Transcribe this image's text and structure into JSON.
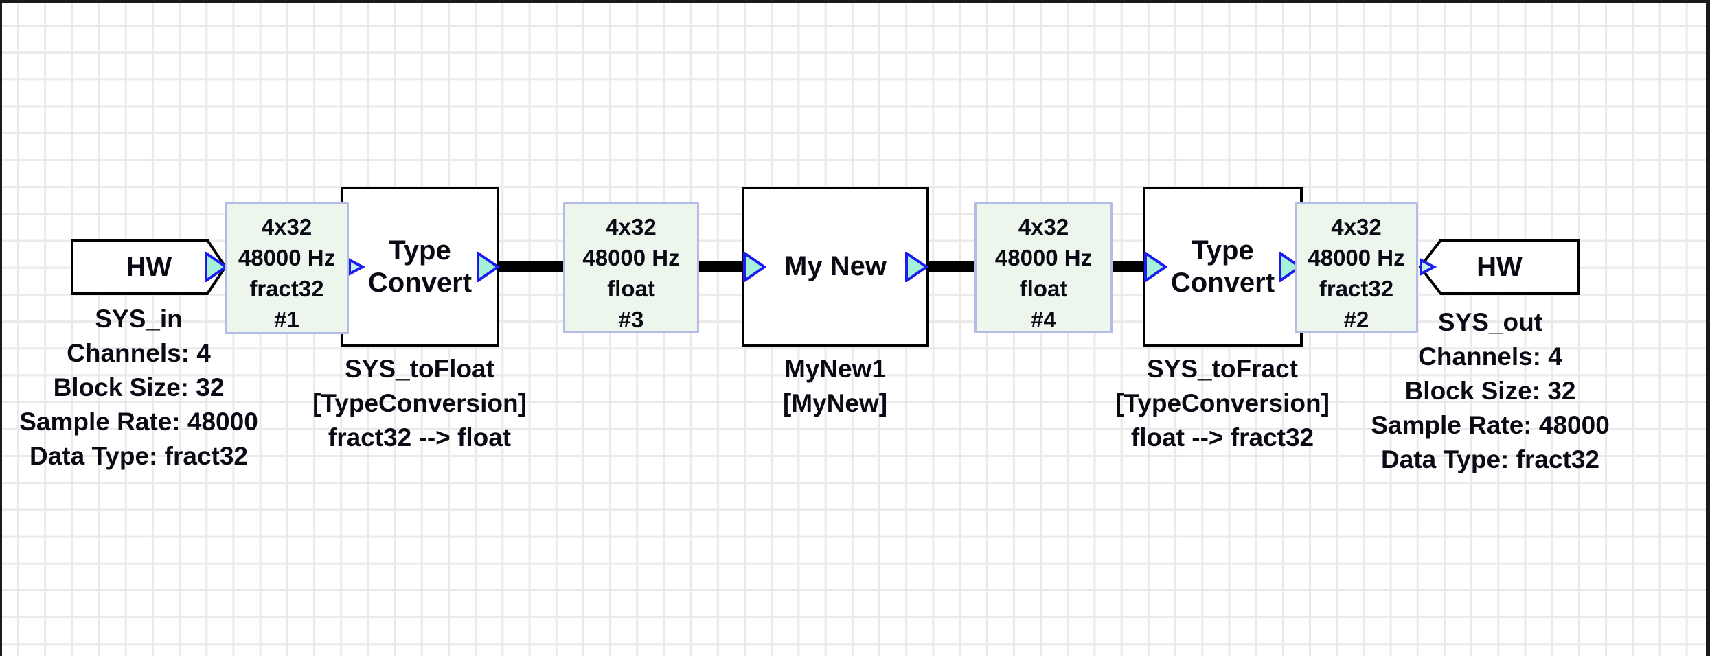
{
  "blocks": [
    {
      "id": "sys-in",
      "kind": "hw-input",
      "title": "HW",
      "labels": [
        "SYS_in",
        "Channels: 4",
        "Block Size: 32",
        "Sample Rate: 48000",
        "Data Type: fract32"
      ]
    },
    {
      "id": "sys-tofloat",
      "kind": "module",
      "title": "Type Convert",
      "labels": [
        "SYS_toFloat",
        "[TypeConversion]",
        "fract32 --> float"
      ]
    },
    {
      "id": "mynew1",
      "kind": "module",
      "title": "My New",
      "labels": [
        "MyNew1",
        "[MyNew]"
      ]
    },
    {
      "id": "sys-tofract",
      "kind": "module",
      "title": "Type Convert",
      "labels": [
        "SYS_toFract",
        "[TypeConversion]",
        "float --> fract32"
      ]
    },
    {
      "id": "sys-out",
      "kind": "hw-output",
      "title": "HW",
      "labels": [
        "SYS_out",
        "Channels: 4",
        "Block Size: 32",
        "Sample Rate: 48000",
        "Data Type: fract32"
      ]
    }
  ],
  "wire_labels": [
    {
      "lines": [
        "4x32",
        "48000 Hz",
        "fract32",
        "#1"
      ]
    },
    {
      "lines": [
        "4x32",
        "48000 Hz",
        "float",
        "#3"
      ]
    },
    {
      "lines": [
        "4x32",
        "48000 Hz",
        "float",
        "#4"
      ]
    },
    {
      "lines": [
        "4x32",
        "48000 Hz",
        "fract32",
        "#2"
      ]
    }
  ],
  "colors": {
    "pin_fill": "#a5f2d8",
    "pin_stroke": "#1c1cf0",
    "wire": "#000000",
    "wire_label_bg": "#edf6ed",
    "wire_label_border": "#b4bce6",
    "grid_line": "#eaeaea",
    "block_border": "#000000",
    "canvas_bg": "#ffffff"
  }
}
